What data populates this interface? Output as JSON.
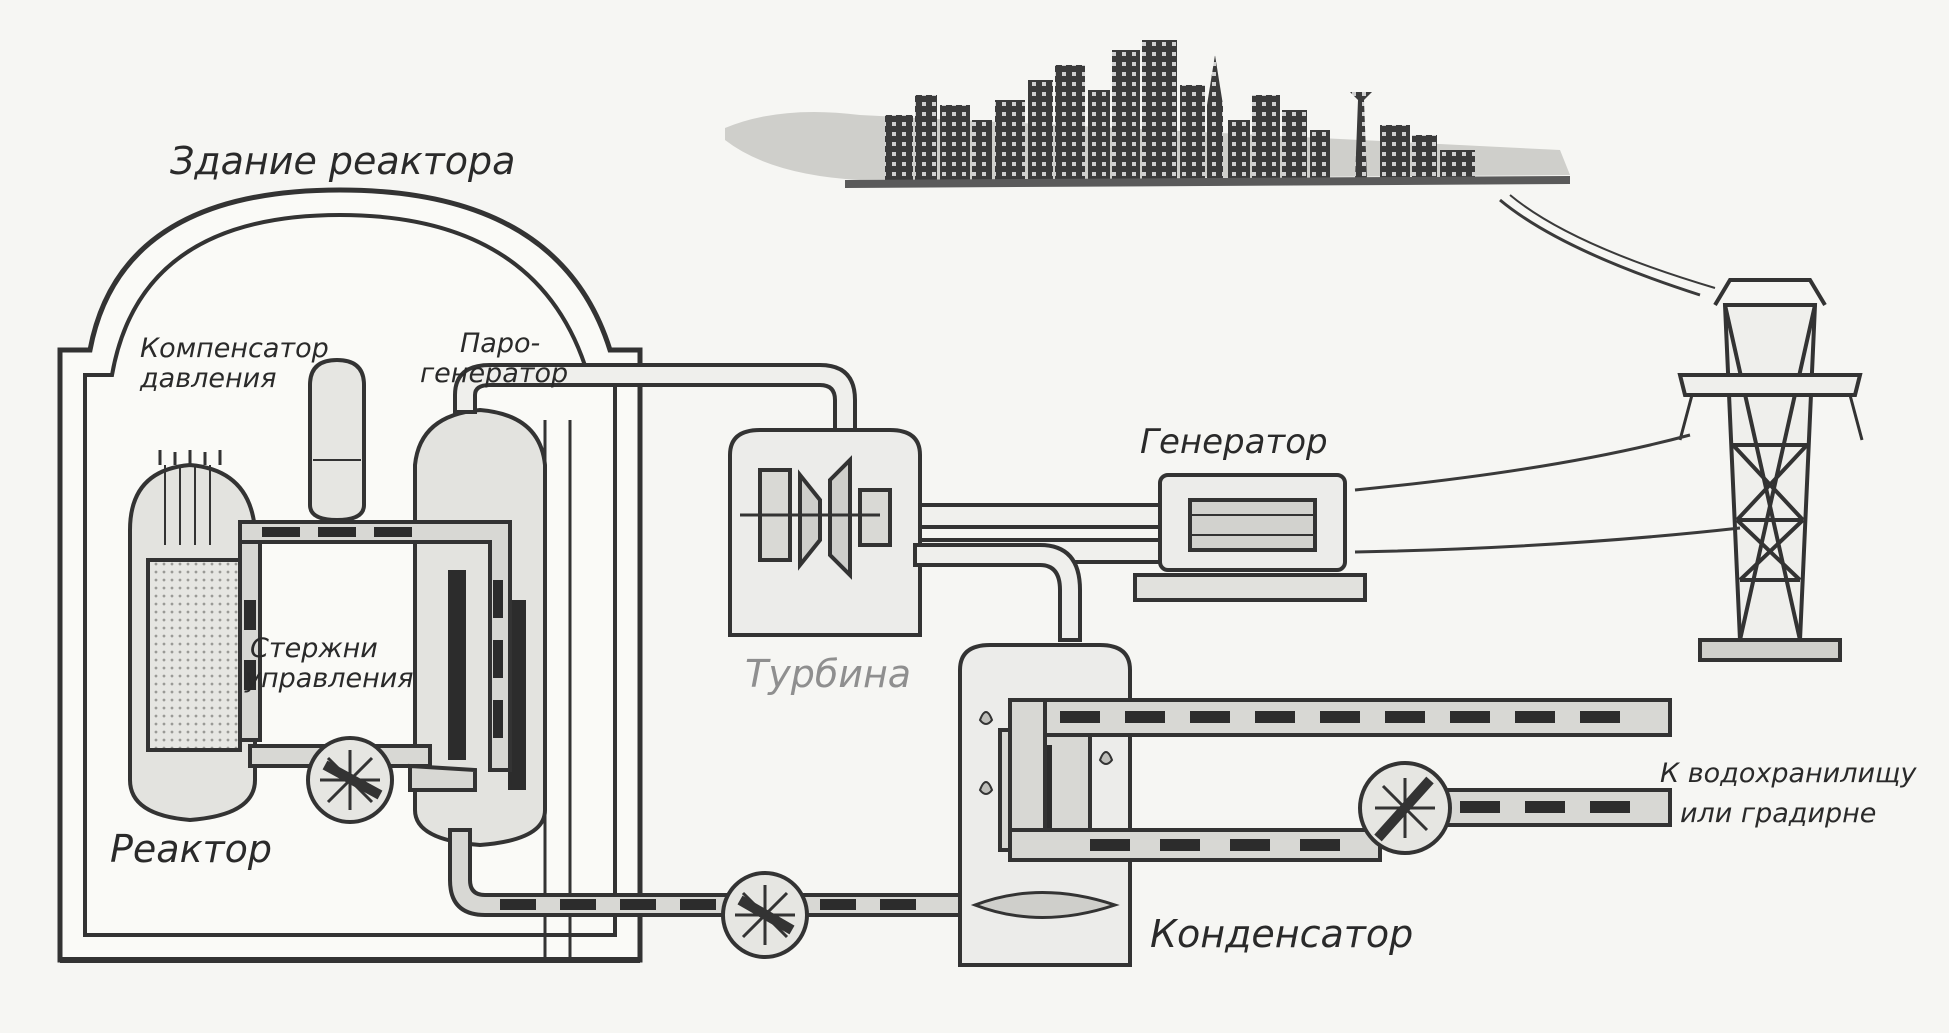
{
  "labels": {
    "reactor_building": "Здание реактора",
    "pressurizer_line1": "Компенсатор",
    "pressurizer_line2": "давления",
    "steam_gen_line1": "Паро-",
    "steam_gen_line2": "генератор",
    "generator": "Генератор",
    "control_rods_line1": "Стержни",
    "control_rods_line2": "управления",
    "turbine": "Турбина",
    "reactor": "Реактор",
    "reservoir_line1": "К водохранилищу",
    "reservoir_line2": "или градирне",
    "condenser": "Конденсатор"
  },
  "colors": {
    "ink": "#2a2a2a",
    "paper": "#f6f6f3",
    "pipe_fill": "#d8d8d4",
    "dash": "#2c2c2c",
    "city": "#3b3b3b"
  }
}
